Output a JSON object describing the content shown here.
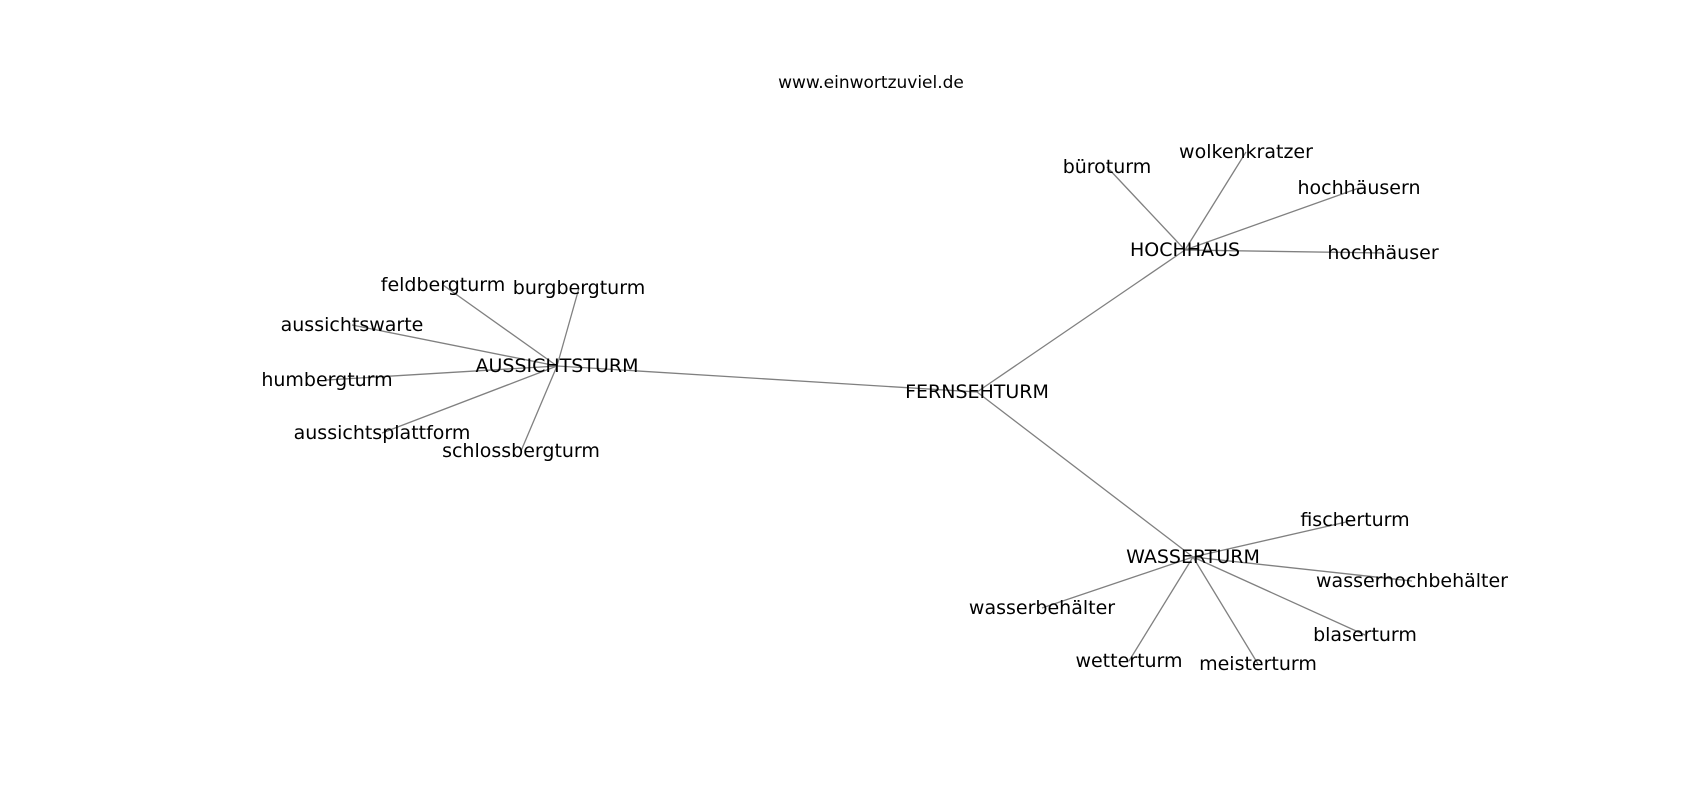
{
  "source": "www.einwortzuviel.de",
  "graph": {
    "center": "FERNSEHTURM",
    "groups": [
      {
        "hub": "AUSSICHTSTURM",
        "leaves": [
          "feldbergturm",
          "burgbergturm",
          "aussichtswarte",
          "humbergturm",
          "aussichtsplattform",
          "schlossbergturm"
        ]
      },
      {
        "hub": "HOCHHAUS",
        "leaves": [
          "büroturm",
          "wolkenkratzer",
          "hochhäusern",
          "hochhäuser"
        ]
      },
      {
        "hub": "WASSERTURM",
        "leaves": [
          "fischerturm",
          "wasserhochbehälter",
          "wasserbehälter",
          "blaserturm",
          "wetterturm",
          "meisterturm"
        ]
      }
    ]
  }
}
